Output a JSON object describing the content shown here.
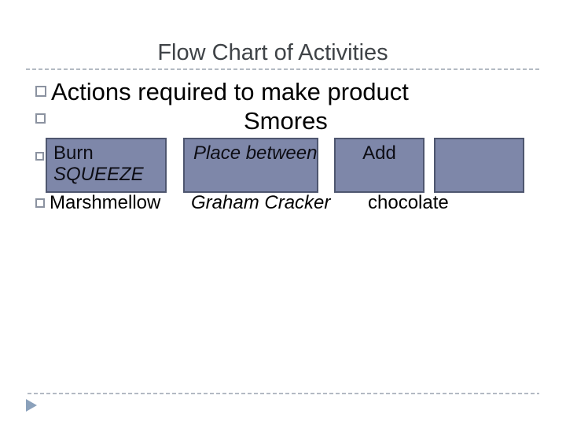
{
  "slide": {
    "title": "Flow Chart of Activities",
    "bullet_lines": {
      "line1": "Actions required to make product",
      "line2": "Smores"
    },
    "flow_boxes": {
      "box1": {
        "line1": "Burn",
        "line2": "SQUEEZE"
      },
      "box2": {
        "line1": "Place between"
      },
      "box3": {
        "line1": "Add"
      },
      "box4": {
        "line1": ""
      }
    },
    "captions": {
      "marshmellow": "Marshmellow",
      "graham": "Graham Cracker",
      "chocolate": "chocolate"
    },
    "icons": {
      "nav_triangle": "play-triangle"
    }
  },
  "colors": {
    "title_color": "#3f4347",
    "box_fill": "#7e87a9",
    "box_border": "#4e566f",
    "bullet_border": "#8b92a0",
    "dash_color": "#b3bac3",
    "accent_triangle": "#8ba1bb"
  }
}
